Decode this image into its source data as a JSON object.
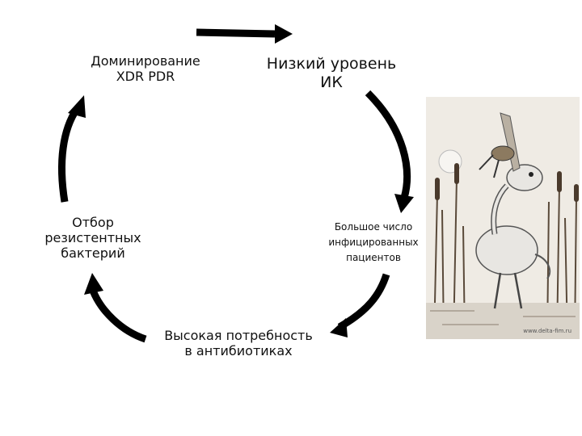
{
  "nodes": {
    "dominance_line1": "Доминирование",
    "dominance_line2": "XDR   PDR",
    "low_ic_line1": "Низкий уровень",
    "low_ic_line2": "ИК",
    "infected_line1": "Большое число",
    "infected_line2": "инфицированных",
    "infected_line3": "пациентов",
    "demand_line1": "Высокая потребность",
    "demand_line2": "в антибиотиках",
    "selection_line1": "Отбор",
    "selection_line2": "резистентных",
    "selection_line3": "бактерий"
  },
  "illustration": {
    "credit": "www.delta-fim.ru"
  }
}
